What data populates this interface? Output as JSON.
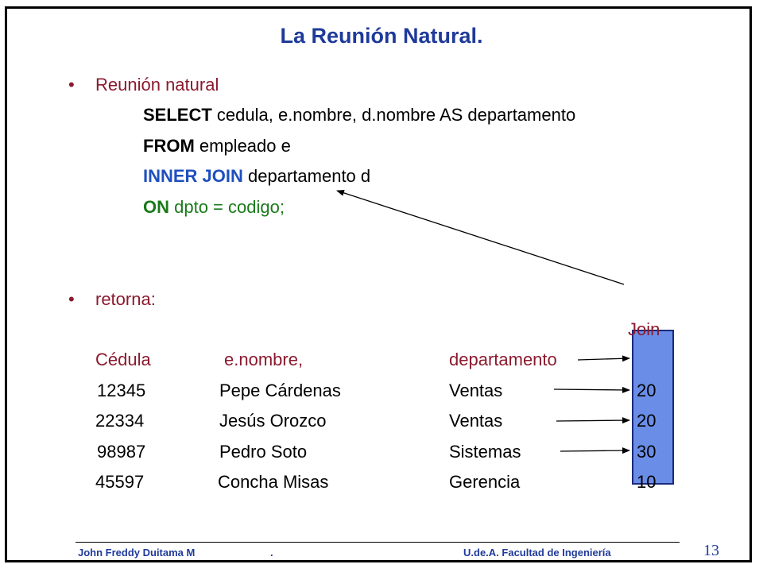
{
  "title": "La Reunión Natural.",
  "bullets": {
    "symbol": "•",
    "first": "Reunión natural",
    "second": "retorna:"
  },
  "sql": {
    "select_kw": "SELECT",
    "select_rest": " cedula, e.nombre, d.nombre AS departamento",
    "from_kw": "FROM",
    "from_rest": " empleado  e",
    "join_kw": "INNER JOIN",
    "join_rest": "  departamento d",
    "on_kw": "ON",
    "on_rest": " dpto = codigo;"
  },
  "join_label": "Join",
  "table": {
    "headers": [
      "Cédula",
      "e.nombre,",
      "departamento"
    ],
    "rows": [
      {
        "cedula": "12345",
        "nombre": "Pepe Cárdenas",
        "departamento": "Ventas",
        "codigo": "20"
      },
      {
        "cedula": "22334",
        "nombre": "Jesús Orozco",
        "departamento": "Ventas",
        "codigo": "20"
      },
      {
        "cedula": "98987",
        "nombre": "Pedro Soto",
        "departamento": "Sistemas",
        "codigo": "30"
      },
      {
        "cedula": "45597",
        "nombre": "Concha Misas",
        "departamento": "Gerencia",
        "codigo": "10"
      }
    ]
  },
  "footer": {
    "author": "John Freddy  Duitama M",
    "dot": ".",
    "institution": "U.de.A.  Facultad de Ingeniería",
    "page_number": "13"
  },
  "colors": {
    "title": "#1f3a9a",
    "bullet_text": "#8b1a2e",
    "join_keyword": "#1f4fbf",
    "on_clause": "#1a7a1a",
    "join_box_fill": "#6a8ee8"
  }
}
